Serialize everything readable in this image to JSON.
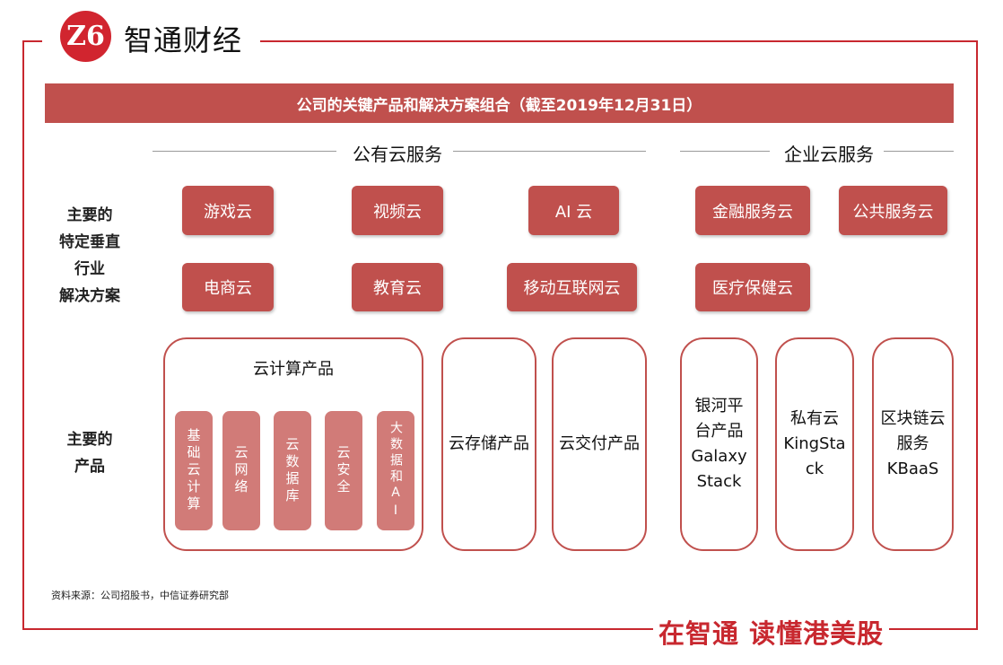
{
  "brand": {
    "logo_text": "Z6",
    "name": "智通财经",
    "slogan": "在智通  读懂港美股"
  },
  "title": "公司的关键产品和解决方案组合（截至2019年12月31日）",
  "sections": {
    "public": "公有云服务",
    "enterprise": "企业云服务"
  },
  "side_labels": {
    "solutions": "主要的\n特定垂直\n行业\n解决方案",
    "products": "主要的\n产品"
  },
  "solutions": [
    "游戏云",
    "视频云",
    "AI 云",
    "金融服务云",
    "公共服务云",
    "电商云",
    "教育云",
    "移动互联网云",
    "医疗保健云"
  ],
  "products": {
    "cloud_computing": {
      "title": "云计算产品",
      "items": [
        "基础云计算",
        "云网络",
        "云数据库",
        "云安全",
        "大数据和AI"
      ]
    },
    "storage": "云存储产品",
    "delivery": "云交付产品",
    "galaxy": "银河平\n台产品\nGalaxy\nStack",
    "private": "私有云\nKingSta\nck",
    "blockchain": "区块链云\n服务\nKBaaS"
  },
  "source": "资料来源：公司招股书，中信证券研究部"
}
